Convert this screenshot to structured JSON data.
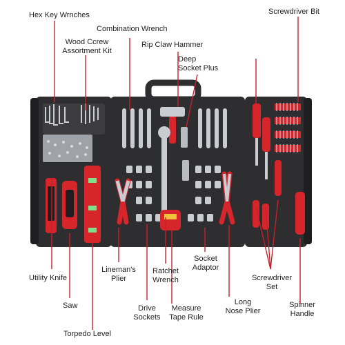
{
  "labels": {
    "hex_key": "Hex Key Wrnches",
    "screwdriver_bit": "Screwdriver Bit",
    "combination_wrench": "Combination Wrench",
    "wood_screw_1": "Wood Ccrew",
    "wood_screw_2": "Assortment Kit",
    "claw_hammer": "Rip Claw Hammer",
    "deep_socket_1": "Deep",
    "deep_socket_2": "Socket Plus",
    "utility_knife": "Utility Knife",
    "saw": "Saw",
    "torpedo_level": "Torpedo Level",
    "lineman_1": "Lineman's",
    "lineman_2": "Plier",
    "ratchet_1": "Ratchet",
    "ratchet_2": "Wrench",
    "drive_1": "Drive",
    "drive_2": "Sockets",
    "socket_adaptor_1": "Socket",
    "socket_adaptor_2": "Adaptor",
    "measure_1": "Measure",
    "measure_2": "Tape Rule",
    "long_nose_1": "Long",
    "long_nose_2": "Nose Plier",
    "screwdriver_set_1": "Screwdriver",
    "screwdriver_set_2": "Set",
    "spinner_1": "Spinner",
    "spinner_2": "Handle"
  },
  "colors": {
    "case": "#2e2e30",
    "tray": "#3c3c3e",
    "accent_red": "#d6262b",
    "leader_red": "#c8202a",
    "metal": "#c9ccd0"
  }
}
